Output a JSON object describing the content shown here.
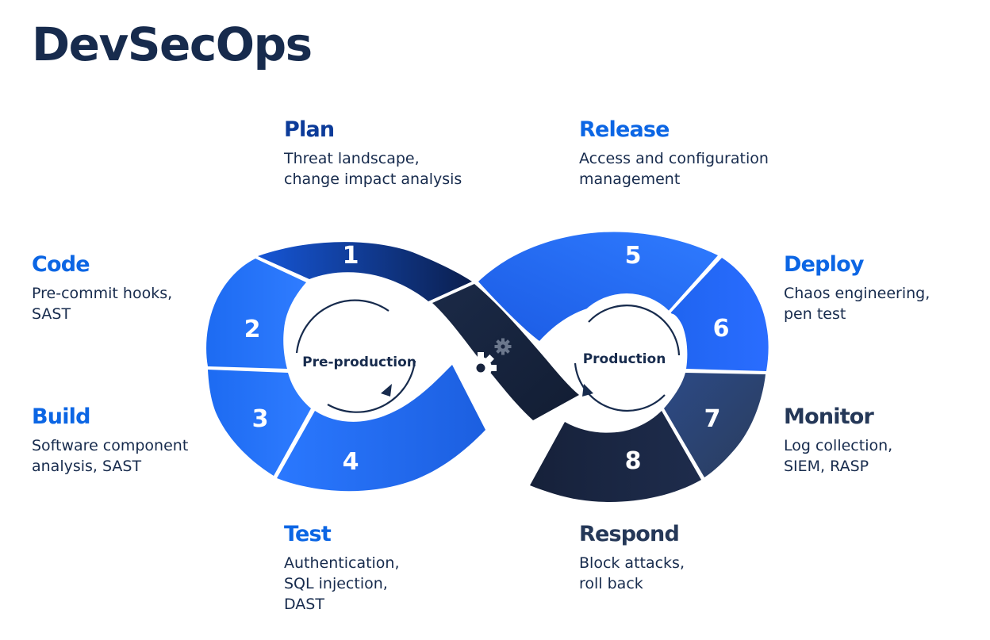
{
  "title": "DevSecOps",
  "stages": [
    {
      "number": "1",
      "name": "Plan",
      "desc": "Threat landscape,\nchange impact analysis"
    },
    {
      "number": "2",
      "name": "Code",
      "desc": "Pre-commit hooks,\nSAST"
    },
    {
      "number": "3",
      "name": "Build",
      "desc": "Software component\nanalysis, SAST"
    },
    {
      "number": "4",
      "name": "Test",
      "desc": "Authentication,\nSQL injection,\nDAST"
    },
    {
      "number": "5",
      "name": "Release",
      "desc": "Access and configuration\nmanagement"
    },
    {
      "number": "6",
      "name": "Deploy",
      "desc": "Chaos engineering,\npen test"
    },
    {
      "number": "7",
      "name": "Monitor",
      "desc": "Log collection,\nSIEM, RASP"
    },
    {
      "number": "8",
      "name": "Respond",
      "desc": "Block attacks,\nroll back"
    }
  ],
  "hubs": {
    "left": "Pre-production",
    "right": "Production"
  },
  "center_icon": "gears-icon",
  "colors": {
    "title": "#172b4d",
    "blue_label": "#0c66e4",
    "navy_label": "#253858",
    "segment_blue": "#1f6fff",
    "segment_navy": "#1b2a47"
  }
}
